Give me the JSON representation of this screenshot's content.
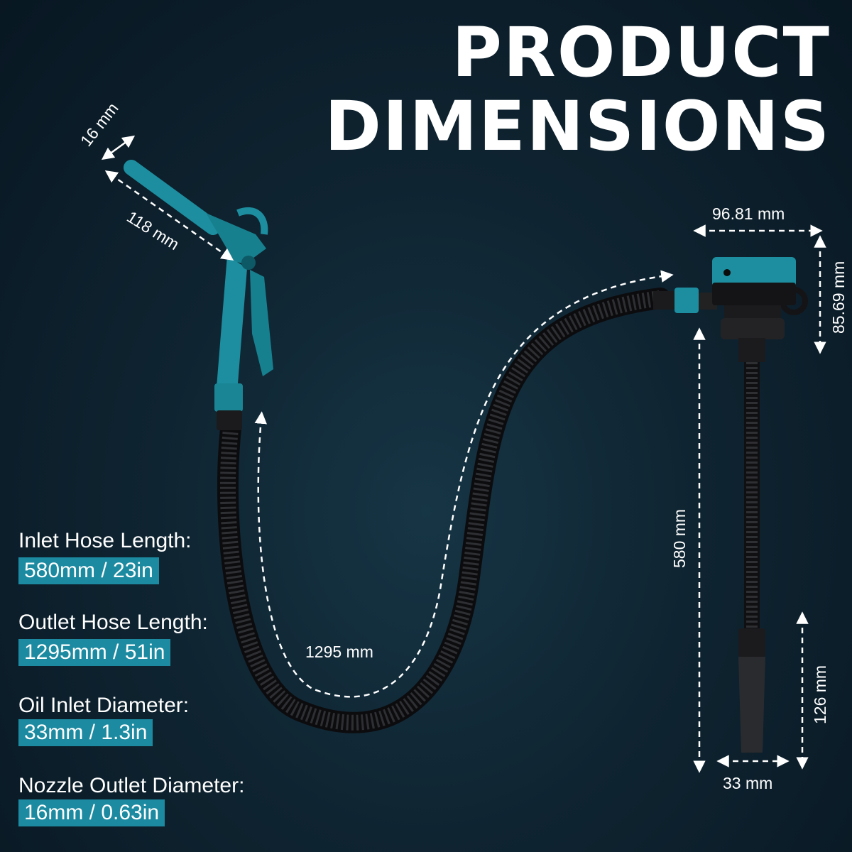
{
  "title": {
    "line1": "PRODUCT",
    "line2": "DIMENSIONS"
  },
  "colors": {
    "accent": "#1c8aa0",
    "tool": "#1d8e9f",
    "hose": "#1b1b1d",
    "text": "#ffffff"
  },
  "dimensions": {
    "nozzle_diameter": "16 mm",
    "nozzle_length": "118 mm",
    "outlet_hose": "1295 mm",
    "pump_width": "96.81 mm",
    "pump_height": "85.69 mm",
    "inlet_tube": "580 mm",
    "inlet_tip_length": "126 mm",
    "inlet_diameter": "33 mm"
  },
  "specs": [
    {
      "label": "Inlet Hose Length:",
      "value": "580mm / 23in"
    },
    {
      "label": "Outlet Hose Length:",
      "value": "1295mm / 51in"
    },
    {
      "label": "Oil Inlet Diameter:",
      "value": "33mm / 1.3in"
    },
    {
      "label": "Nozzle Outlet Diameter:",
      "value": "16mm / 0.63in"
    }
  ]
}
